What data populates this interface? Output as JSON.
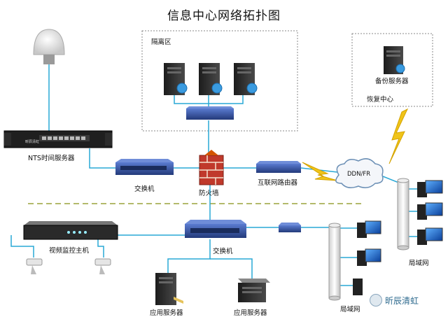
{
  "title": "信息中心网络拓扑图",
  "labels": {
    "isolation": "隔离区",
    "backup_server": "备份服务器",
    "recovery_center": "恢复中心",
    "nts_server": "NTS时间服务器",
    "switch_top": "交换机",
    "firewall": "防火墙",
    "internet_router": "互联网路由器",
    "ddn": "DDN/FR",
    "lan_right": "局域网",
    "video_host": "视频监控主机",
    "switch_bottom": "交换机",
    "app_server_1": "应用服务器",
    "app_server_2": "应用服务器",
    "lan_bottom": "局域网",
    "nts_brand": "昕辰清虹"
  },
  "watermark": "昕辰清虹",
  "colors": {
    "link": "#29a8d6",
    "switch_blue": "#2f4f9e",
    "firewall": "#c0392b",
    "lightning": "#f0c419",
    "dashed_divider": "#9aa33a"
  }
}
